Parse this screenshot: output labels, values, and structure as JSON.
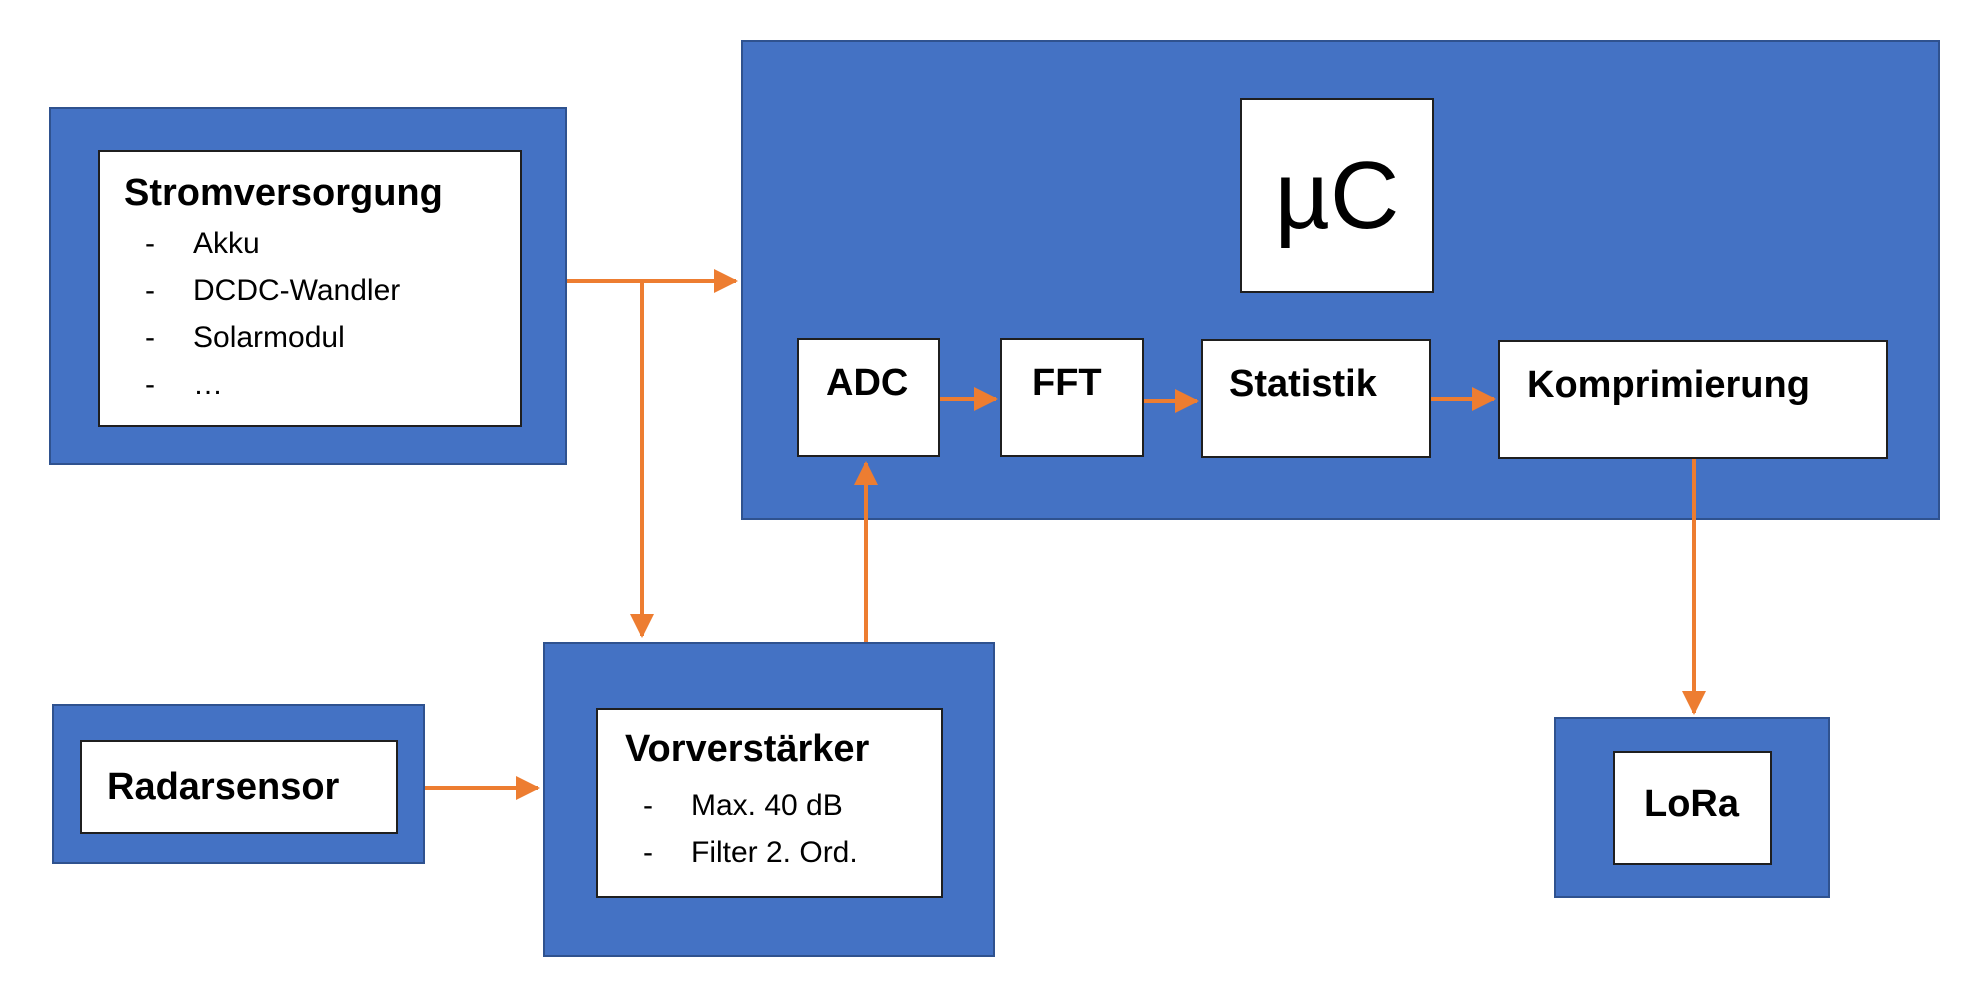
{
  "colors": {
    "block_fill": "#4472C4",
    "block_border": "#2F528F",
    "arrow": "#ED7D31"
  },
  "power": {
    "title": "Stromversorgung",
    "items": [
      {
        "dash": "-",
        "text": "Akku"
      },
      {
        "dash": "-",
        "text": "DCDC-Wandler"
      },
      {
        "dash": "-",
        "text": "Solarmodul"
      },
      {
        "dash": "-",
        "text": "…"
      }
    ]
  },
  "mcu": {
    "label": "µC",
    "stages": {
      "adc": "ADC",
      "fft": "FFT",
      "stat": "Statistik",
      "comp": "Komprimierung"
    }
  },
  "radar": {
    "label": "Radarsensor"
  },
  "preamp": {
    "title": "Vorverstärker",
    "items": [
      {
        "dash": "-",
        "text": "Max. 40 dB"
      },
      {
        "dash": "-",
        "text": "Filter 2. Ord."
      }
    ]
  },
  "lora": {
    "label": "LoRa"
  }
}
